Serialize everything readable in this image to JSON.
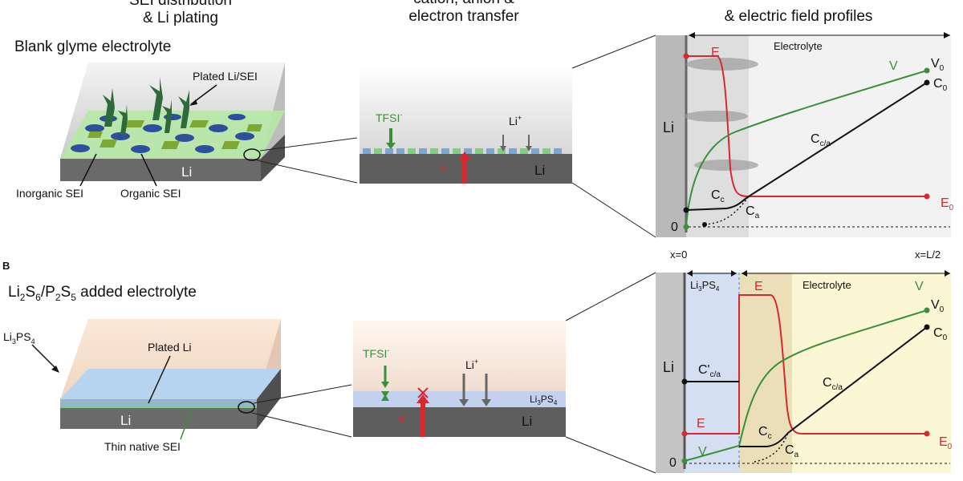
{
  "header": {
    "col1_line1": "SEI distribution",
    "col1_line2": "& Li plating",
    "col2_line1": "cation, anion &",
    "col2_line2": "electron transfer",
    "col3_line2": "& electric field profiles"
  },
  "panel_a": {
    "title": "Blank glyme electrolyte",
    "block_label": "Li",
    "plated_label": "Plated Li/SEI",
    "inorganic_label": "Inorganic SEI",
    "organic_label": "Organic SEI",
    "zoom": {
      "tfsi_label": "TFSI",
      "tfsi_sup": "-",
      "li_ion_label": "Li",
      "li_ion_sup": "+",
      "electron_label": "e",
      "electron_sup": "-",
      "metal_label": "Li"
    },
    "plot": {
      "li_label": "Li",
      "electrolyte_label": "Electrolyte",
      "E_label": "E",
      "V_label": "V",
      "V0_label": "V",
      "V0_sub": "0",
      "C0_label": "C",
      "C0_sub": "0",
      "Cca_label": "C",
      "Cca_sub": "c/a",
      "Cc_label": "C",
      "Cc_sub": "c",
      "Ca_label": "C",
      "Ca_sub": "a",
      "E0_label": "E",
      "E0_sub": "0",
      "zero_label": "0",
      "x0_label": "x=0",
      "xL_label": "x=L/2"
    }
  },
  "panel_b": {
    "letter": "B",
    "title_parts": [
      "Li",
      "2",
      "S",
      "6",
      "/P",
      "2",
      "S",
      "5",
      " added electrolyte"
    ],
    "li3ps4_label": [
      "Li",
      "3",
      "PS",
      "4"
    ],
    "plated_label": "Plated Li",
    "block_label": "Li",
    "sei_label": "Thin native SEI",
    "zoom": {
      "tfsi_label": "TFSI",
      "tfsi_sup": "-",
      "li_ion_label": "Li",
      "li_ion_sup": "+",
      "electron_label": "e",
      "electron_sup": "-",
      "metal_label": "Li",
      "layer_label": [
        "Li",
        "3",
        "PS",
        "4"
      ]
    },
    "plot": {
      "li_label": "Li",
      "li3ps4_label": [
        "Li",
        "3",
        "PS",
        "4"
      ],
      "electrolyte_label": "Electrolyte",
      "E_top_label": "E",
      "V_top_label": "V",
      "V0_label": "V",
      "V0_sub": "0",
      "C0_label": "C",
      "C0_sub": "0",
      "Cpca_label": "C'",
      "Cpca_sub": "c/a",
      "Cca_label": "C",
      "Cca_sub": "c/a",
      "E_left_label": "E",
      "V_left_label": "V",
      "Cc_label": "C",
      "Cc_sub": "c",
      "Ca_label": "C",
      "Ca_sub": "a",
      "E0_label": "E",
      "E0_sub": "0",
      "zero_label": "0"
    }
  },
  "colors": {
    "red": "#d9272e",
    "green": "#3a8f3a",
    "black": "#111111",
    "li_block": "#6e6e6e",
    "electrolyte_a": "#f2f2f2",
    "li3ps4": "#c9d7ee",
    "tan": "#eadfb8",
    "yellow": "#fbf6d3"
  }
}
